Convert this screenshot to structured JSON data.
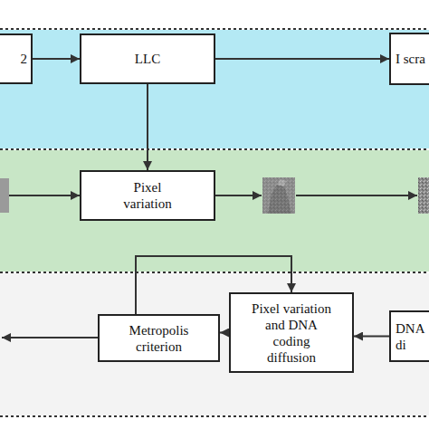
{
  "diagram": {
    "nodes": [
      {
        "text": [
          "2"
        ]
      },
      {
        "text": [
          "LLC"
        ]
      },
      {
        "text": [
          "I scra"
        ]
      },
      {
        "text": [
          "Pixel variation"
        ]
      },
      {
        "text": [
          "Metropolis criterion"
        ]
      },
      {
        "text": [
          "Pixel variation and DNA coding diffusion"
        ]
      },
      {
        "text": [
          "DNA di"
        ]
      }
    ],
    "edges": [
      {
        "from": 0,
        "to": 1,
        "arrow": "to"
      },
      {
        "from": 1,
        "to": 2,
        "arrow": "to"
      },
      {
        "from": 1,
        "to": 3,
        "arrow": "to"
      },
      {
        "from": 6,
        "to": 5,
        "arrow": "to"
      },
      {
        "from": 5,
        "to": 4,
        "arrow": "to"
      },
      {
        "from": 4,
        "to": 5,
        "arrow": "to"
      }
    ]
  }
}
